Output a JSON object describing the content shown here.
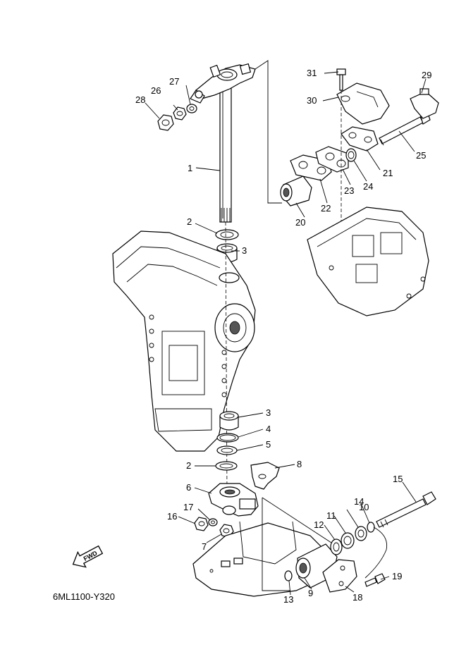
{
  "diagram": {
    "code": "6ML1100-Y320",
    "fwd_label": "FWD",
    "callouts": [
      "1",
      "2",
      "3",
      "4",
      "5",
      "2",
      "3",
      "6",
      "7",
      "8",
      "9",
      "10",
      "11",
      "12",
      "13",
      "14",
      "15",
      "16",
      "17",
      "18",
      "19",
      "20",
      "21",
      "22",
      "23",
      "24",
      "25",
      "26",
      "27",
      "28",
      "29",
      "30",
      "31"
    ]
  }
}
